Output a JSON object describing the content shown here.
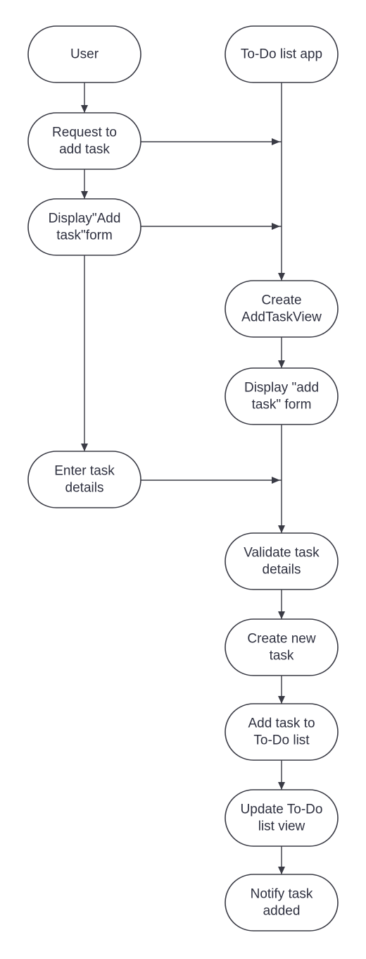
{
  "diagram": {
    "lanes": {
      "user": "User",
      "app": "To-Do list app"
    },
    "nodes": {
      "user": [
        "User"
      ],
      "app": [
        "To-Do list app"
      ],
      "request_add_task": [
        "Request to",
        "add task"
      ],
      "display_add_task_form_user": [
        "Display\"Add",
        "task\"form"
      ],
      "create_addtaskview": [
        "Create",
        "AddTaskView"
      ],
      "display_add_task_form_app": [
        "Display \"add",
        "task\" form"
      ],
      "enter_task_details": [
        "Enter task",
        "details"
      ],
      "validate_task_details": [
        "Validate task",
        "details"
      ],
      "create_new_task": [
        "Create new",
        "task"
      ],
      "add_task_to_list": [
        "Add task to",
        "To-Do list"
      ],
      "update_list_view": [
        "Update To-Do",
        "list view"
      ],
      "notify_task_added": [
        "Notify task",
        "added"
      ]
    },
    "colors": {
      "stroke": "#3a3b45",
      "text": "#2f3140",
      "background": "#ffffff"
    }
  }
}
